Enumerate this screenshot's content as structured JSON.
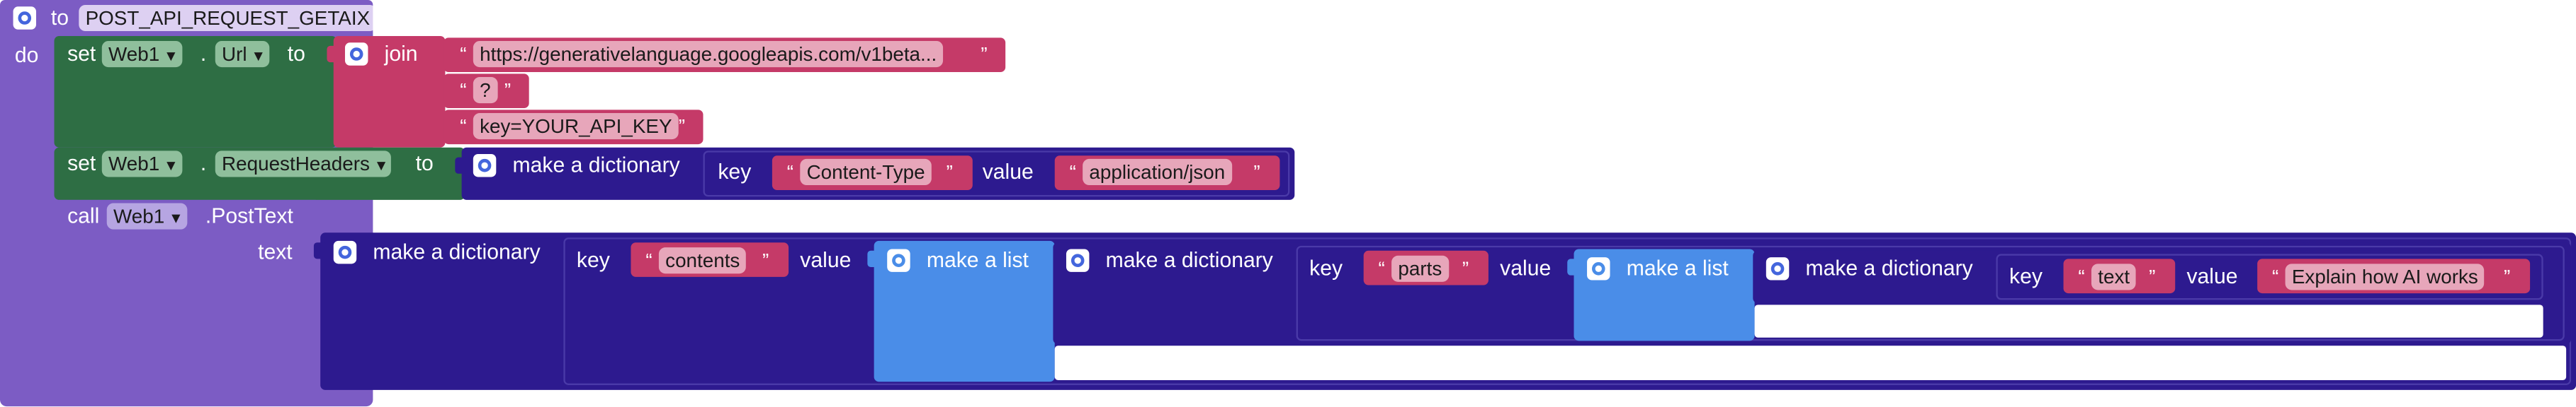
{
  "procedure": {
    "to_label": "to",
    "name": "POST_API_REQUEST_GETAIX",
    "do_label": "do"
  },
  "set_url": {
    "set_label": "set",
    "component": "Web1",
    "dot": ".",
    "property": "Url",
    "to_label": "to",
    "join_label": "join",
    "text1": "https://generativelanguage.googleapis.com/v1beta...",
    "text2": "?",
    "text3": "key=YOUR_API_KEY"
  },
  "set_headers": {
    "set_label": "set",
    "component": "Web1",
    "dot": ".",
    "property": "RequestHeaders",
    "to_label": "to",
    "dict_label": "make a dictionary",
    "key_label": "key",
    "key_text": "Content-Type",
    "value_label": "value",
    "value_text": "application/json"
  },
  "call_post": {
    "call_label": "call",
    "component": "Web1",
    "method": ".PostText",
    "text_param": "text",
    "dict1_label": "make a dictionary",
    "key1_label": "key",
    "key1_text": "contents",
    "value1_label": "value",
    "list1_label": "make a list",
    "dict2_label": "make a dictionary",
    "key2_label": "key",
    "key2_text": "parts",
    "value2_label": "value",
    "list2_label": "make a list",
    "dict3_label": "make a dictionary",
    "key3_label": "key",
    "key3_text": "text",
    "value3_label": "value",
    "value3_text": "Explain how AI works"
  },
  "quote_open": "“",
  "quote_close": "”",
  "colors": {
    "procedure": "#7c5cc4",
    "setter": "#2e6e44",
    "text": "#c53a68",
    "dictionary": "#2d1a8f",
    "list": "#4a8de8",
    "field": "#e7a6ba"
  }
}
